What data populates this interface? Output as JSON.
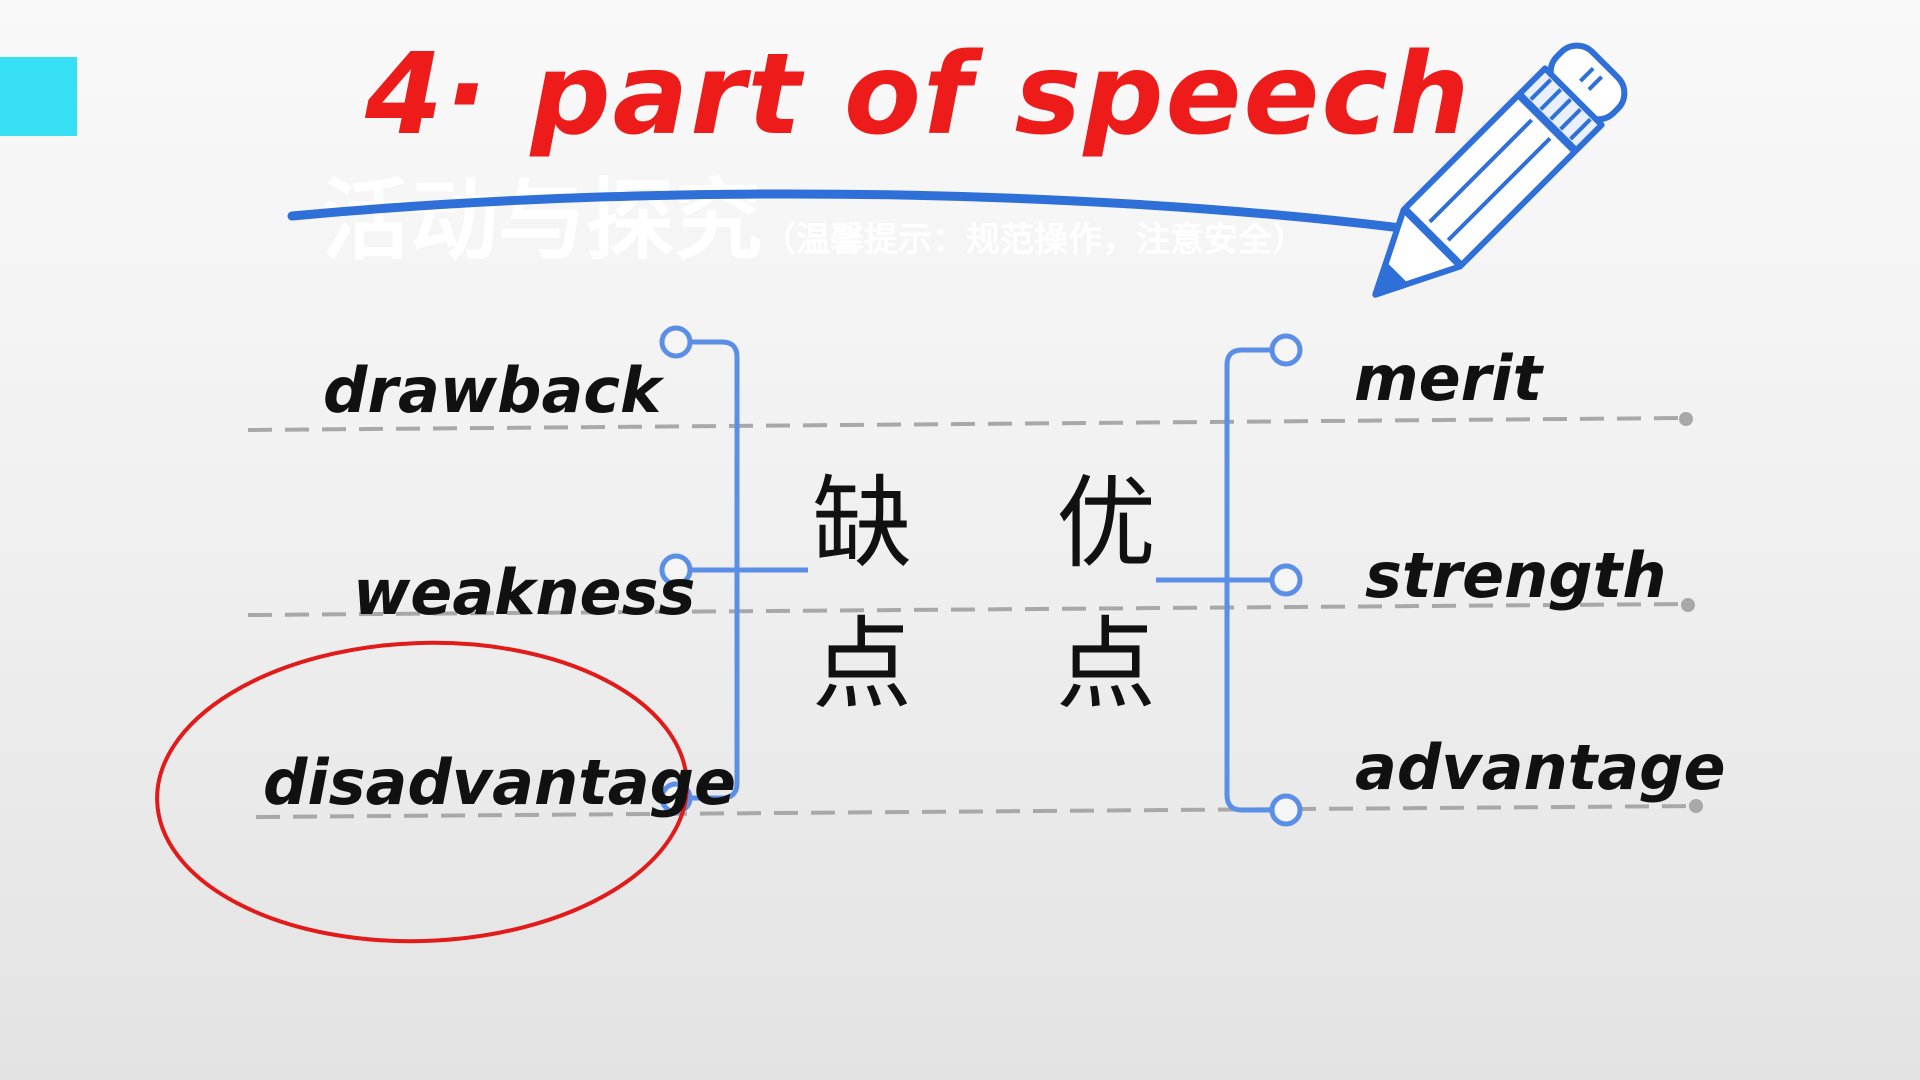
{
  "slide": {
    "title": "4· part of speech",
    "watermark_main": "活动与探究",
    "watermark_hint": "（温馨提示：规范操作，注意安全）"
  },
  "diagram": {
    "center_left": [
      "缺",
      "点"
    ],
    "center_right": [
      "优",
      "点"
    ],
    "left_words": [
      "drawback",
      "weakness",
      "disadvantage"
    ],
    "right_words": [
      "merit",
      "strength",
      "advantage"
    ],
    "highlighted_word": "disadvantage"
  },
  "colors": {
    "title": "#ee1b1b",
    "accent_tab": "#36dff4",
    "bracket": "#5b8ee6",
    "pencil": "#2f6fd8",
    "dashes": "#a8a8a8",
    "highlight_circle": "#e11a1a"
  },
  "icons": [
    "pencil-icon"
  ]
}
